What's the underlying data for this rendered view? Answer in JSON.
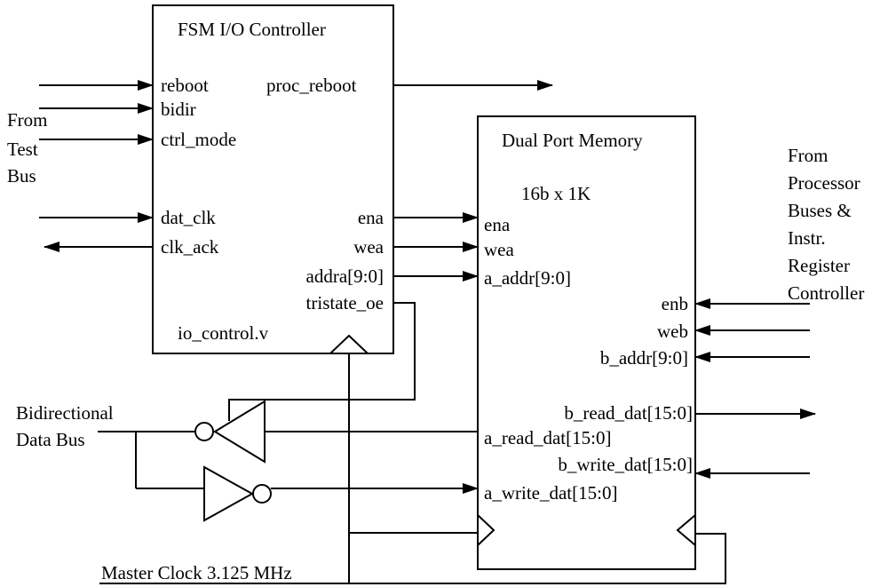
{
  "fsm": {
    "title": "FSM I/O Controller",
    "inputs": [
      "reboot",
      "bidir",
      "ctrl_mode"
    ],
    "output_reboot": "proc_reboot",
    "dat_clk": "dat_clk",
    "clk_ack": "clk_ack",
    "ena": "ena",
    "wea": "wea",
    "addra": "addra[9:0]",
    "tristate": "tristate_oe",
    "file": "io_control.v"
  },
  "test_bus": {
    "line1": "From",
    "line2": "Test",
    "line3": "Bus"
  },
  "memory": {
    "title": "Dual Port Memory",
    "size": "16b x 1K",
    "ena": "ena",
    "wea": "wea",
    "a_addr": "a_addr[9:0]",
    "enb": "enb",
    "web": "web",
    "b_addr": "b_addr[9:0]",
    "b_read": "b_read_dat[15:0]",
    "a_read": "a_read_dat[15:0]",
    "b_write": "b_write_dat[15:0]",
    "a_write": "a_write_dat[15:0]"
  },
  "processor": {
    "lines": [
      "From",
      "Processor",
      "Buses &",
      "Instr.",
      "Register",
      "Controller"
    ]
  },
  "bidir_bus": {
    "line1": "Bidirectional",
    "line2": "Data Bus"
  },
  "clock": {
    "label": "Master Clock 3.125 MHz"
  }
}
